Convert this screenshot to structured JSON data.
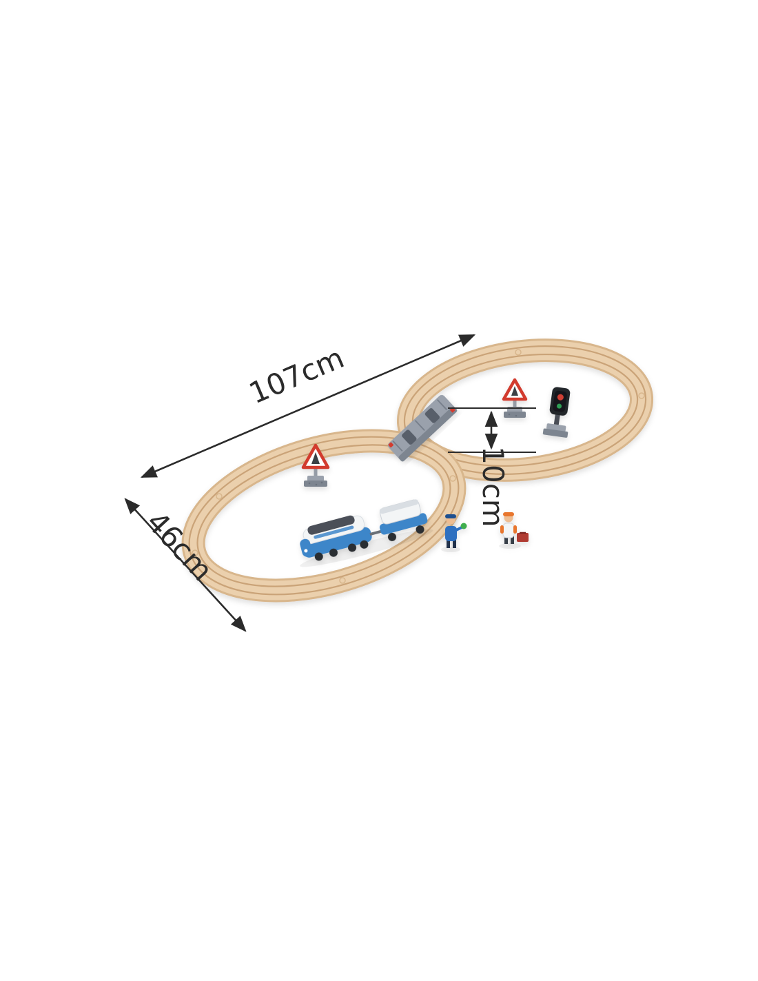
{
  "scene": {
    "background": "#ffffff",
    "dimensions": {
      "length": "107cm",
      "width": "46cm",
      "height": "10cm"
    },
    "colors": {
      "wood": "#ebd0ad",
      "wood_edge": "#d8b68c",
      "rail": "#c49b6e",
      "stone": "#9aa1ac",
      "stone_dark": "#7d8590",
      "blue": "#3e86c9",
      "white_body": "#f3f5f6",
      "roof": "#4b5058",
      "red": "#d23b2f",
      "black_signal": "#24272c",
      "fig_blue": "#2f6fc0",
      "fig_orange": "#e8762e",
      "fig_skin": "#eebd92",
      "luggage": "#b03a30",
      "dim": "#2b2b2b"
    },
    "objects": {
      "track": "figure-eight-wooden-track",
      "bridge": "stone-crossing-bridge",
      "train": "blue-passenger-train",
      "wagon": "cargo-wagon",
      "sign_lower": "triangle-warning-sign",
      "sign_upper": "triangle-warning-sign",
      "signal": "railway-signal-light",
      "figure_left": "conductor-figure",
      "figure_right": "traveler-figure",
      "suitcase": "red-suitcase"
    }
  }
}
